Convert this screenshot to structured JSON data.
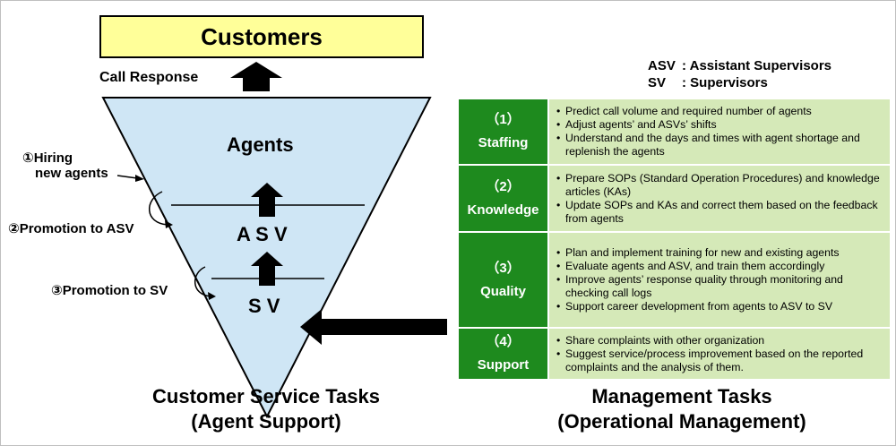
{
  "customers": "Customers",
  "call_response": "Call Response",
  "pyramid": {
    "agents": "Agents",
    "asv": "A S V",
    "sv": "S V"
  },
  "side_labels": {
    "hiring_line1": "①Hiring",
    "hiring_line2": "new agents",
    "promotion_asv": "②Promotion to ASV",
    "promotion_sv": "③Promotion to SV"
  },
  "legend": {
    "asv_abbr": "ASV",
    "asv_def": ": Assistant Supervisors",
    "sv_abbr": "SV",
    "sv_def": ": Supervisors"
  },
  "tasks": [
    {
      "number": "（1）",
      "title": "Staffing",
      "items": [
        "Predict call volume and required number of agents",
        "Adjust agents’ and ASVs’ shifts",
        "Understand and the days and times with agent shortage and replenish the agents"
      ]
    },
    {
      "number": "（2）",
      "title": "Knowledge",
      "items": [
        "Prepare SOPs (Standard Operation Procedures) and knowledge articles (KAs)",
        "Update SOPs and KAs and correct them based on the feedback from agents"
      ]
    },
    {
      "number": "（3）",
      "title": "Quality",
      "items": [
        "Plan and implement training for new and existing agents",
        "Evaluate agents and ASV, and train them accordingly",
        "Improve agents’ response quality through monitoring and checking call logs",
        "Support career development from agents to ASV to SV"
      ]
    },
    {
      "number": "（4）",
      "title": "Support",
      "items": [
        "Share complaints with other organization",
        "Suggest service/process improvement based on the reported complaints and the analysis of them."
      ]
    }
  ],
  "bottom": {
    "left_line1": "Customer Service Tasks",
    "left_line2": "(Agent Support)",
    "right_line1": "Management Tasks",
    "right_line2": "(Operational Management)"
  },
  "colors": {
    "customers_fill": "#ffff99",
    "pyramid_fill": "#cfe6f5",
    "task_header": "#1e8a1e",
    "task_body": "#d5e9b8"
  }
}
